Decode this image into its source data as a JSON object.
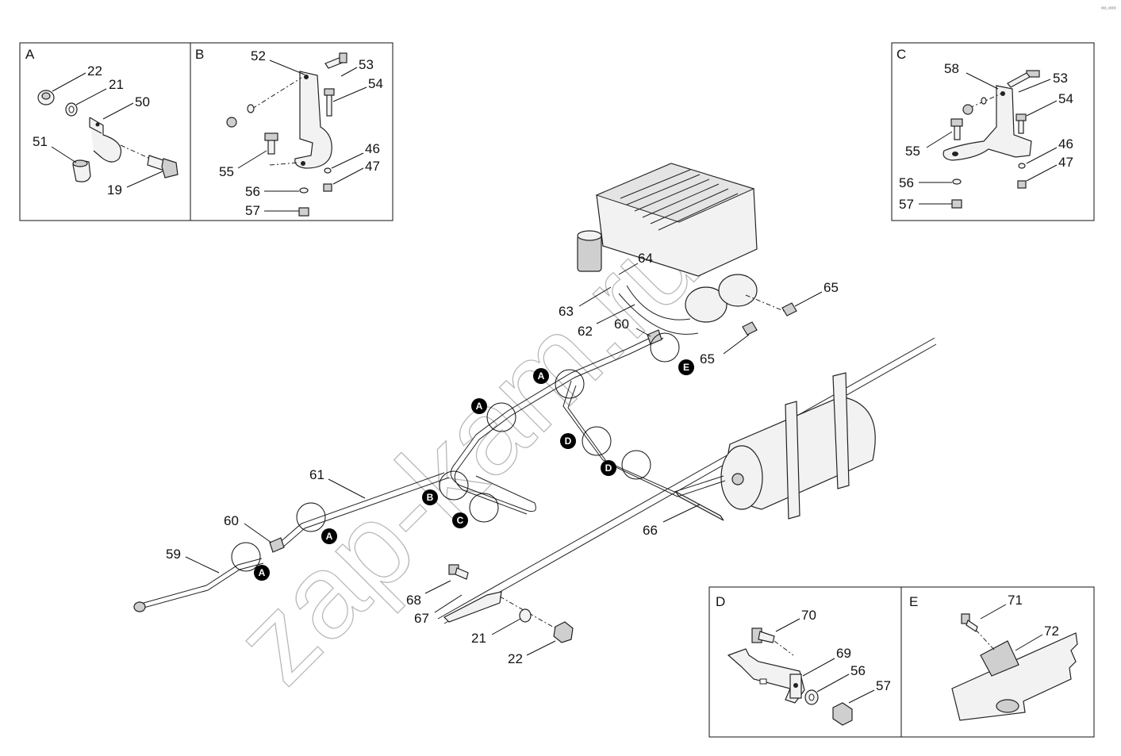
{
  "corner_mark": "⁰⁰·⁰⁰⁰",
  "watermark": "zap-kam.ru",
  "panels": {
    "A": {
      "letter": "A",
      "callouts": [
        "22",
        "21",
        "50",
        "51",
        "19"
      ]
    },
    "B": {
      "letter": "B",
      "callouts": [
        "52",
        "53",
        "54",
        "46",
        "47",
        "55",
        "56",
        "57"
      ]
    },
    "C": {
      "letter": "C",
      "callouts": [
        "58",
        "53",
        "54",
        "55",
        "46",
        "47",
        "56",
        "57"
      ]
    },
    "D": {
      "letter": "D",
      "callouts": [
        "70",
        "69",
        "56",
        "57"
      ]
    },
    "E": {
      "letter": "E",
      "callouts": [
        "71",
        "72"
      ]
    }
  },
  "main_callouts": [
    "64",
    "65",
    "63",
    "62",
    "60",
    "65",
    "61",
    "60",
    "59",
    "66",
    "68",
    "67",
    "21",
    "22"
  ],
  "detail_markers": [
    "A",
    "A",
    "A",
    "A",
    "B",
    "C",
    "D",
    "D",
    "E"
  ]
}
